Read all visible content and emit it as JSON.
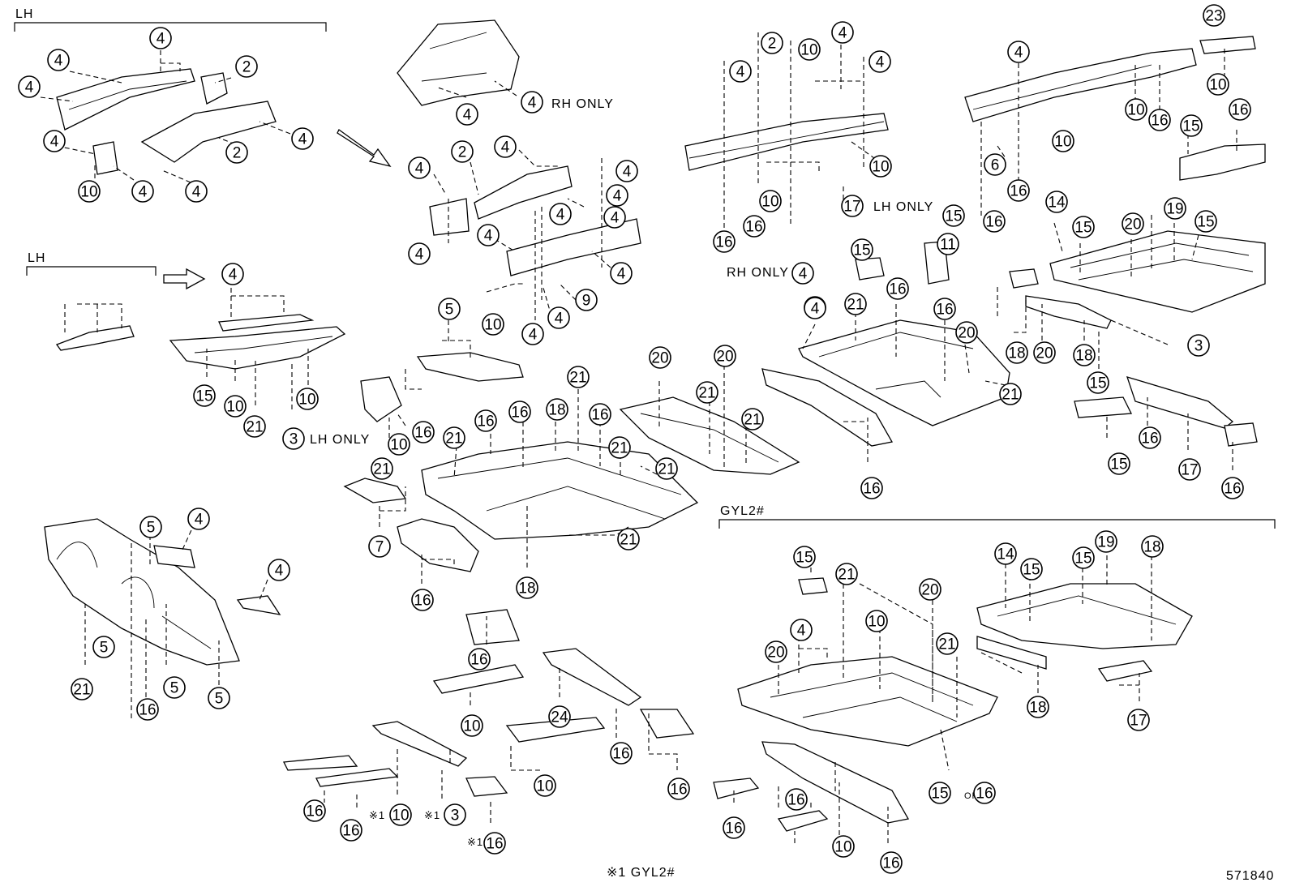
{
  "diagram_id": "571840",
  "labels": {
    "lh_top": "LH",
    "lh_mid": "LH",
    "gyl2": "GYL2#",
    "rh_only_a": "RH ONLY",
    "rh_only_b": "RH ONLY",
    "lh_only_a": "LH ONLY",
    "lh_only_b": "LH ONLY",
    "or_text": "OR",
    "note_mark": "※1",
    "footnote": "※1 GYL2#"
  },
  "callouts": [
    "4",
    "4",
    "4",
    "2",
    "4",
    "2",
    "4",
    "10",
    "4",
    "4",
    "4",
    "4",
    "4",
    "2",
    "4",
    "4",
    "4",
    "4",
    "4",
    "4",
    "4",
    "4",
    "9",
    "10",
    "4",
    "4",
    "4",
    "2",
    "10",
    "4",
    "4",
    "4",
    "10",
    "10",
    "16",
    "16",
    "17",
    "4",
    "15",
    "11",
    "23",
    "4",
    "10",
    "10",
    "16",
    "10",
    "6",
    "16",
    "16",
    "15",
    "16",
    "4",
    "15",
    "10",
    "21",
    "10",
    "3",
    "5",
    "10",
    "16",
    "21",
    "7",
    "16",
    "21",
    "16",
    "16",
    "18",
    "21",
    "16",
    "21",
    "21",
    "21",
    "18",
    "20",
    "20",
    "21",
    "21",
    "15",
    "4",
    "21",
    "16",
    "16",
    "20",
    "21",
    "16",
    "14",
    "15",
    "20",
    "19",
    "15",
    "18",
    "20",
    "18",
    "15",
    "3",
    "16",
    "15",
    "17",
    "16",
    "5",
    "4",
    "4",
    "5",
    "16",
    "5",
    "21",
    "5",
    "16",
    "10",
    "24",
    "16",
    "10",
    "16",
    "16",
    "16",
    "10",
    "3",
    "16",
    "15",
    "21",
    "20",
    "10",
    "4",
    "20",
    "21",
    "15",
    "16",
    "14",
    "15",
    "15",
    "19",
    "18",
    "18",
    "17",
    "16",
    "16",
    "10",
    "16"
  ],
  "colors": {
    "line": "#000000",
    "background": "#ffffff"
  }
}
